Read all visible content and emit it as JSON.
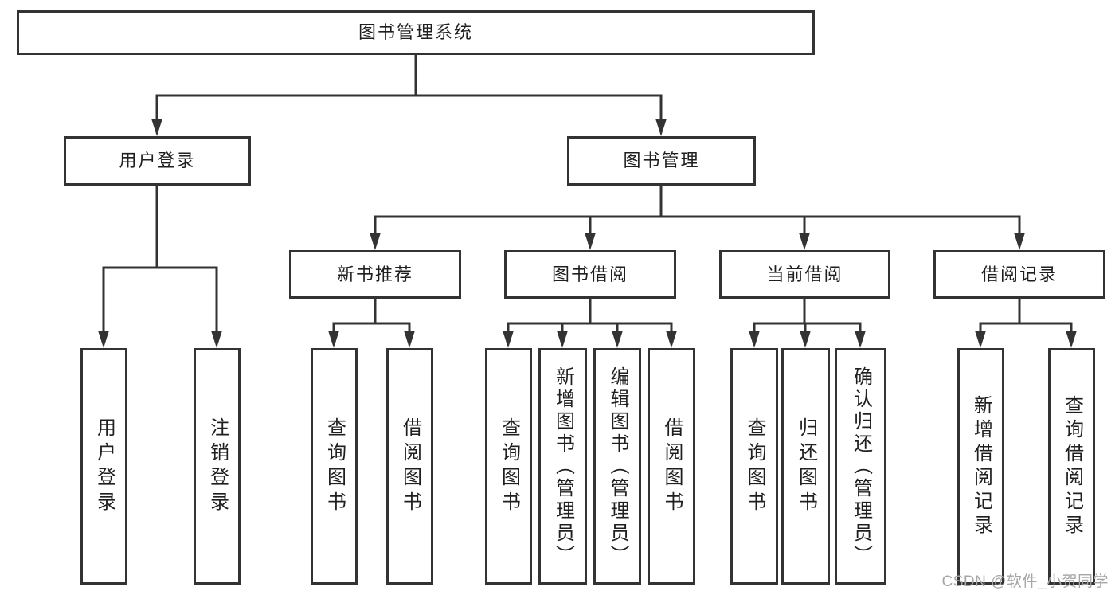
{
  "diagram": {
    "type": "hierarchy-tree",
    "tree": {
      "label": "图书管理系统",
      "children": [
        {
          "label": "用户登录",
          "children": [
            {
              "label": "用户登录"
            },
            {
              "label": "注销登录"
            }
          ]
        },
        {
          "label": "图书管理",
          "children": [
            {
              "label": "新书推荐",
              "children": [
                {
                  "label": "查询图书"
                },
                {
                  "label": "借阅图书"
                }
              ]
            },
            {
              "label": "图书借阅",
              "children": [
                {
                  "label": "查询图书"
                },
                {
                  "label": "新增图书（管理员）"
                },
                {
                  "label": "编辑图书（管理员）"
                },
                {
                  "label": "借阅图书"
                }
              ]
            },
            {
              "label": "当前借阅",
              "children": [
                {
                  "label": "查询图书"
                },
                {
                  "label": "归还图书"
                },
                {
                  "label": "确认归还（管理员）"
                }
              ]
            },
            {
              "label": "借阅记录",
              "children": [
                {
                  "label": "新增借阅记录"
                },
                {
                  "label": "查询借阅记录"
                }
              ]
            }
          ]
        }
      ]
    }
  },
  "watermark": {
    "text": "CSDN @软件_小贺同学"
  },
  "colors": {
    "line": "#333333",
    "box_border": "#333333",
    "box_fill": "#ffffff",
    "text": "#1f1f1f",
    "watermark": "#a6a6a6",
    "background": "#ffffff"
  }
}
